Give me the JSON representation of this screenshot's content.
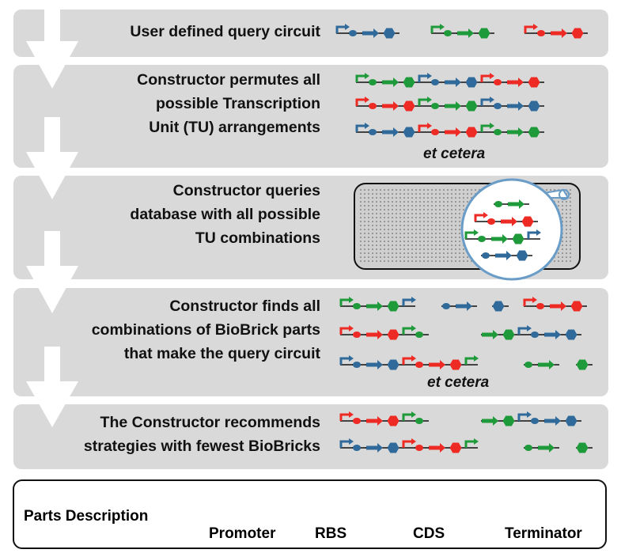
{
  "colors": {
    "panel_bg": "#d9d9d9",
    "arrow": "#ffffff",
    "blue": "#2f6a9a",
    "green": "#1e9a3a",
    "red": "#ee2a24",
    "black": "#111111",
    "database_bg": "#d9d9d9",
    "zoom_circle": "#6a9cc8"
  },
  "steps": [
    {
      "lines": [
        "User defined query circuit"
      ]
    },
    {
      "lines": [
        "Constructor permutes all",
        "possible Transcription",
        "Unit (TU) arrangements"
      ],
      "note": "et cetera"
    },
    {
      "lines": [
        "Constructor queries",
        "database with all possible",
        "TU combinations"
      ]
    },
    {
      "lines": [
        "Constructor finds all",
        "combinations of BioBrick parts",
        "that make the query circuit"
      ],
      "note": "et cetera"
    },
    {
      "lines": [
        "The Constructor recommends",
        "strategies with fewest BioBricks"
      ]
    }
  ],
  "legend": {
    "title": "Parts Description",
    "parts": [
      {
        "label": "Promoter",
        "icon": "promoter-icon"
      },
      {
        "label": "RBS",
        "icon": "rbs-icon"
      },
      {
        "label": "CDS",
        "icon": "cds-icon"
      },
      {
        "label": "Terminator",
        "icon": "terminator-icon"
      }
    ]
  }
}
